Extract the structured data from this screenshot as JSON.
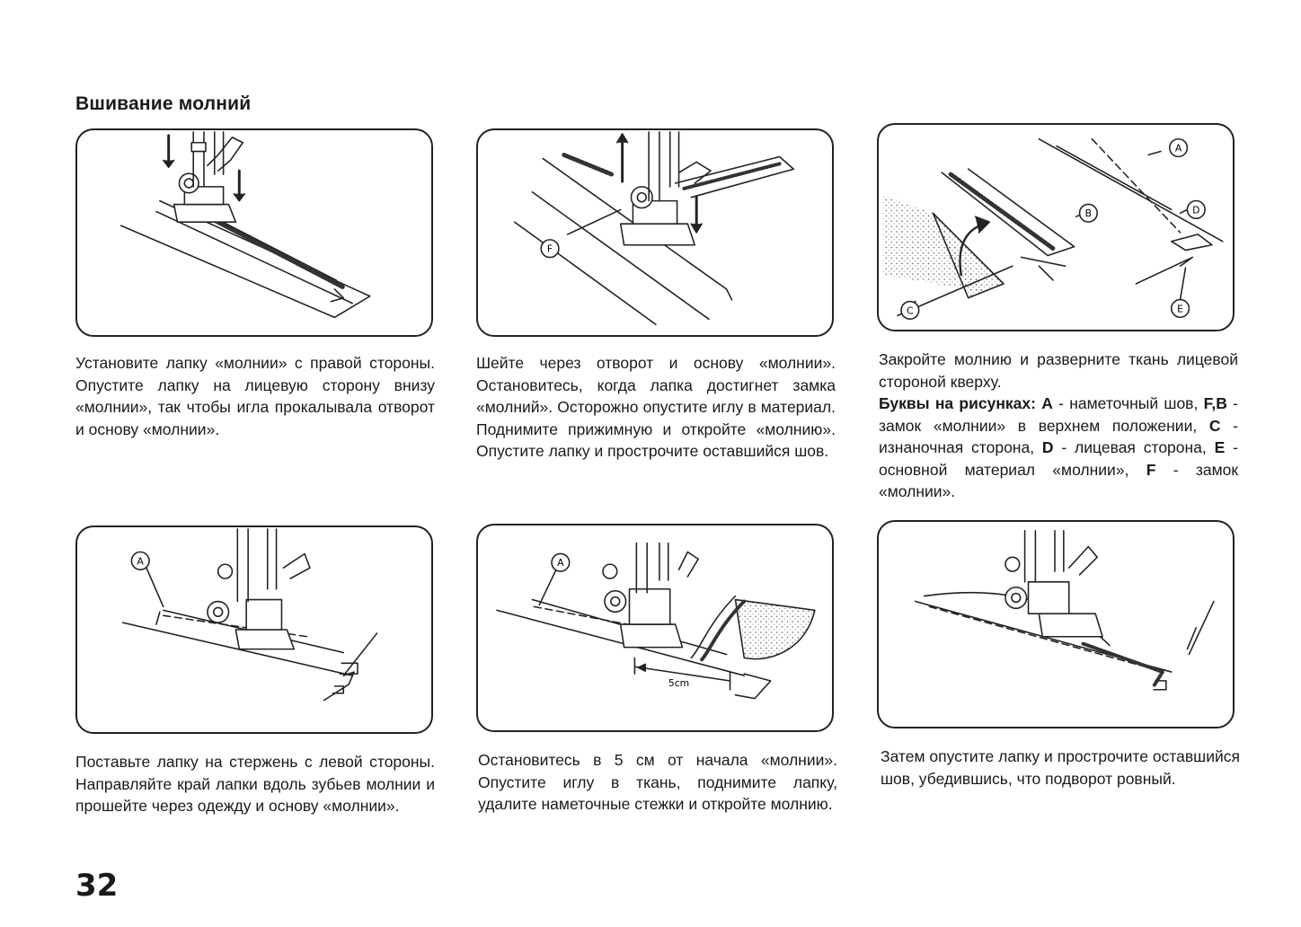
{
  "title": "Вшивание молний",
  "page_number": "32",
  "steps": [
    {
      "caption": "Установите лапку «молнии» с правой стороны. Опустите лапку на лицевую сторону внизу «молнии», так чтобы игла прокалывала отворот и основу «молнии»."
    },
    {
      "caption": "Шейте через отворот и основу «молнии». Остановитесь, когда лапка достигнет замка «молний». Осторожно опустите иглу в материал. Поднимите прижимную и откройте «молнию». Опустите лапку и прострочите оставшийся шов.",
      "labels": [
        "F"
      ]
    },
    {
      "caption": "Закройте молнию и разверните ткань лицевой стороной кверху.",
      "legend_lead": "Буквы на рисунках:",
      "legend_parts": [
        {
          "key": "A",
          "text": " - наметочный шов, "
        },
        {
          "key": "F,B",
          "text": " - замок «молнии» в верхнем положении, "
        },
        {
          "key": "C",
          "text": " - изнаночная сторона, "
        },
        {
          "key": "D",
          "text": " - лицевая сторона, "
        },
        {
          "key": "E",
          "text": " - основной материал «молнии», "
        },
        {
          "key": "F",
          "text": " - замок «молнии»."
        }
      ],
      "labels": [
        "A",
        "B",
        "C",
        "D",
        "E"
      ]
    },
    {
      "caption": "Поставьте лапку на стержень с левой стороны. Направляйте край лапки вдоль зубьев молнии и прошейте через одежду и основу «молнии».",
      "labels": [
        "A"
      ]
    },
    {
      "caption": "Остановитесь в 5 см от начала «молнии». Опустите иглу в ткань, поднимите лапку, удалите наметочные стежки и откройте молнию.",
      "labels": [
        "A"
      ],
      "measure": "5cm"
    },
    {
      "caption": "Затем опустите лапку и прострочите оставшийся шов, убедившись, что подворот ровный."
    }
  ]
}
